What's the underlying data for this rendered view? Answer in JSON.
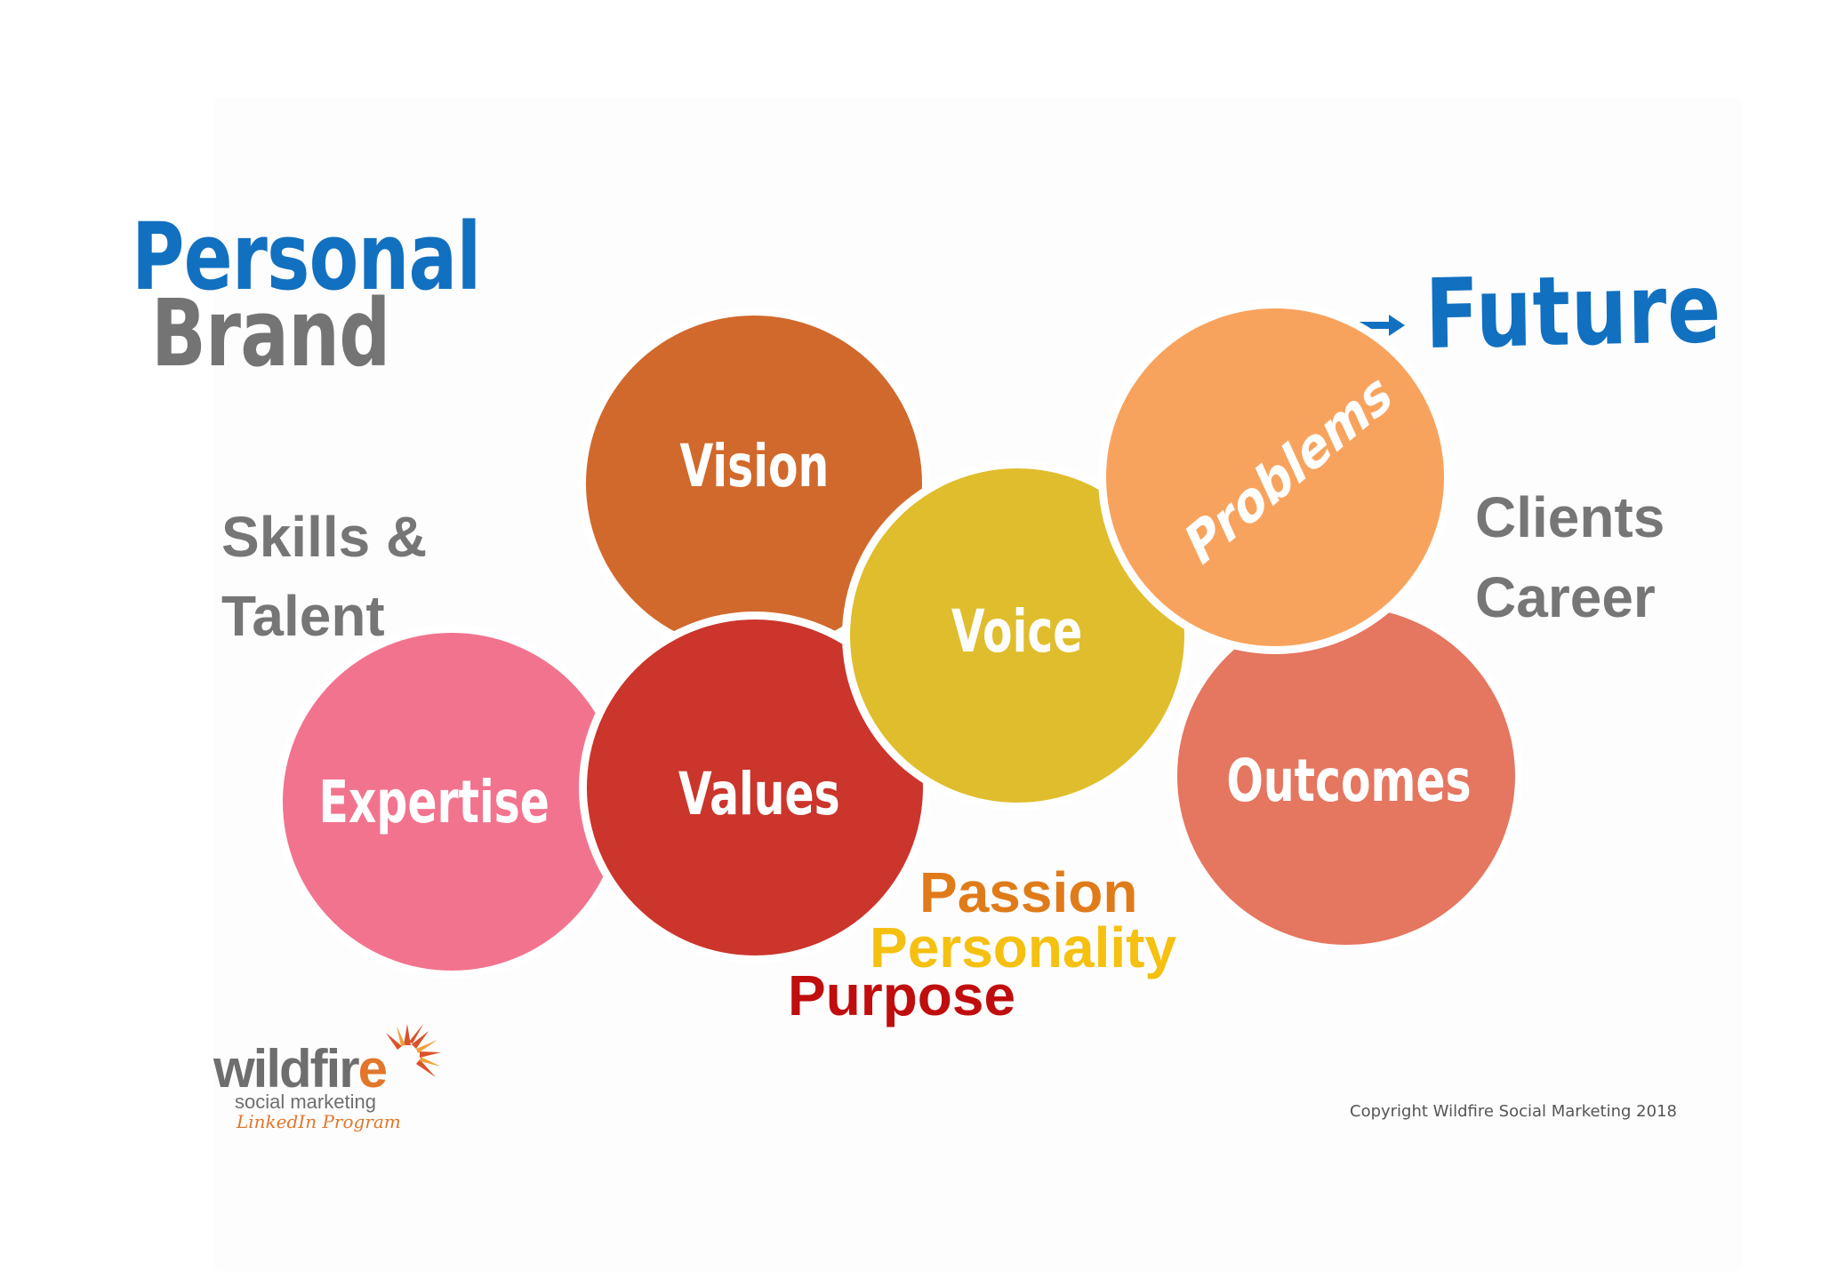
{
  "title": {
    "line1": "Personal",
    "line2": "Brand"
  },
  "left_text": {
    "line1": "Skills &",
    "line2": "Talent"
  },
  "right_text": {
    "line1": "Clients",
    "line2": "Career"
  },
  "future": {
    "label": "Future",
    "arrow_icon": "arrow-right-icon"
  },
  "circles": {
    "expertise": "Expertise",
    "values": "Values",
    "vision": "Vision",
    "voice": "Voice",
    "problems": "Problems",
    "outcomes": "Outcomes"
  },
  "qualities": {
    "passion": "Passion",
    "personality": "Personality",
    "purpose": "Purpose"
  },
  "logo": {
    "word": "wildfir",
    "word_e": "e",
    "subtitle": "social marketing",
    "program": "LinkedIn Program",
    "icon": "flame-sun-icon"
  },
  "copyright": "Copyright Wildfire Social Marketing 2018",
  "colors": {
    "blue": "#1170c0",
    "gray": "#767676",
    "expertise": "#f2738e",
    "values": "#cb352b",
    "vision": "#d1692c",
    "voice": "#e0bd2c",
    "problems": "#f8a35d",
    "outcomes": "#e5765f",
    "passion": "#e07b1a",
    "personality": "#f5c010",
    "purpose": "#c00d0d"
  }
}
